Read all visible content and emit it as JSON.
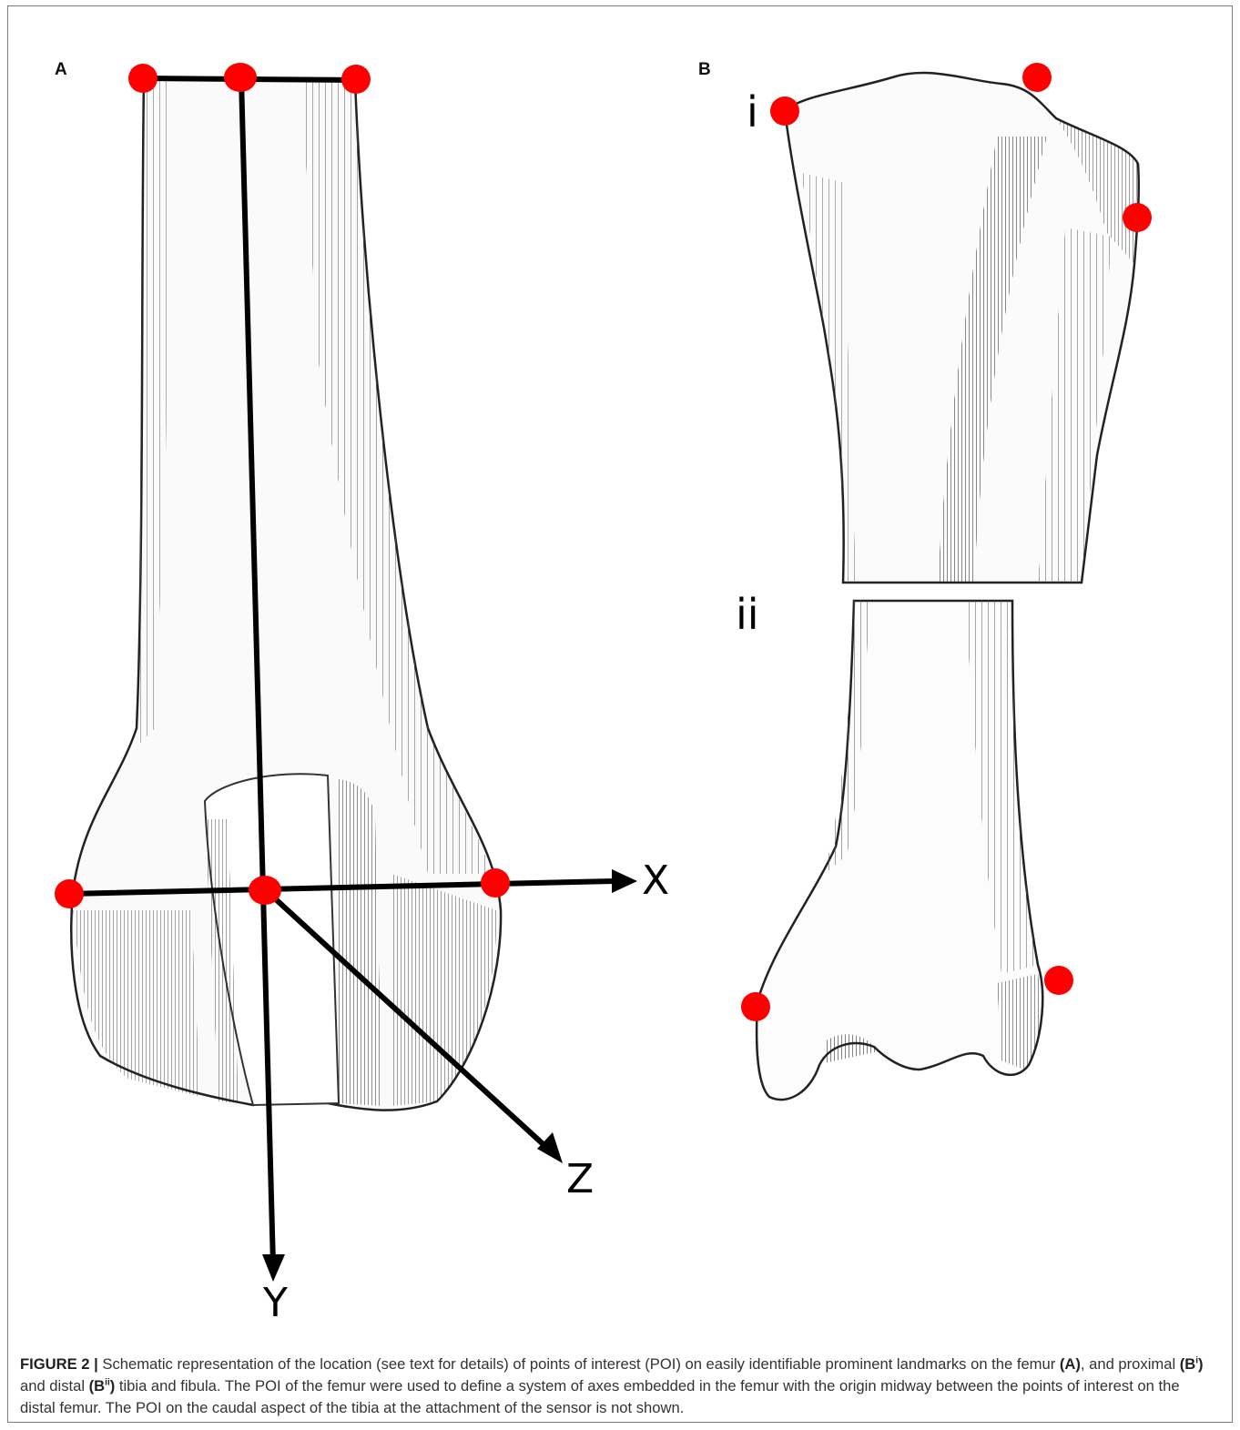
{
  "figure": {
    "panel_a_label": "A",
    "panel_b_label": "B",
    "sub_i": "i",
    "sub_ii": "ii",
    "axis_x": "X",
    "axis_y": "Y",
    "axis_z": "Z",
    "poi_color": "#ff0000",
    "axis_color": "#000000"
  },
  "caption": {
    "label": "FIGURE 2 |",
    "t1": " Schematic representation of the location (see text for details) of points of interest (POI) on easily identifiable prominent landmarks on the femur ",
    "ref_a": "(A)",
    "t2": ", and proximal ",
    "ref_bi": "(B",
    "sup_i": "i",
    "ref_bi_close": ")",
    "t3": " and distal ",
    "ref_bii": "(B",
    "sup_ii": "ii",
    "ref_bii_close": ")",
    "t4": " tibia and fibula. The POI of the femur were used to define a system of axes embedded in the femur with the origin midway between the points of interest on the distal femur. The POI on the caudal aspect of the tibia at the attachment of the sensor is not shown."
  }
}
